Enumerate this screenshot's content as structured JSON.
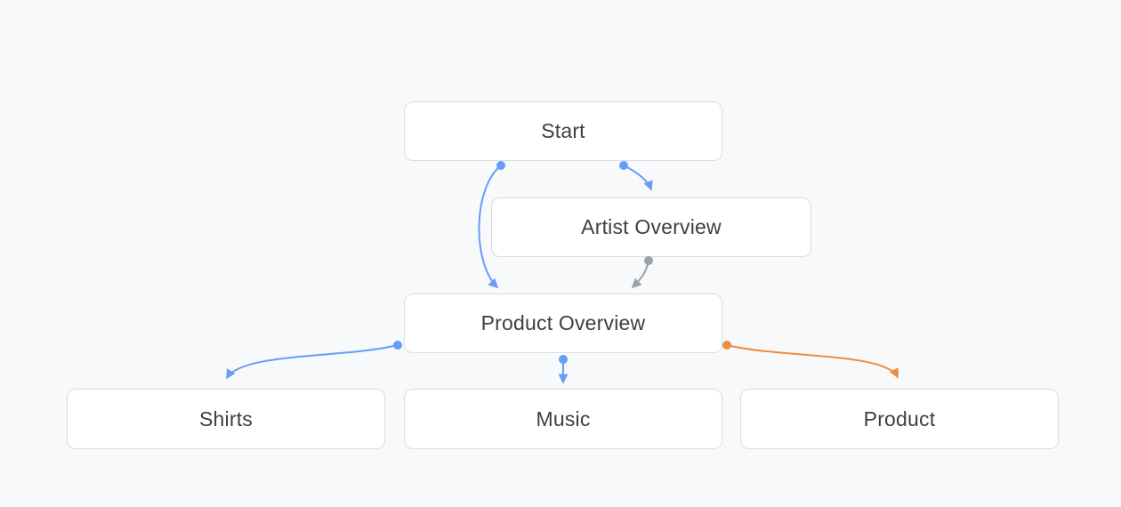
{
  "colors": {
    "background": "#f8f9fa",
    "node_fill": "#ffffff",
    "node_border": "#dadce0",
    "text": "#3c4043",
    "edge_blue": "#669df6",
    "edge_gray": "#9aa0a6",
    "edge_orange": "#ee8c3f"
  },
  "nodes": [
    {
      "id": "start",
      "label": "Start"
    },
    {
      "id": "artist-overview",
      "label": "Artist Overview"
    },
    {
      "id": "product-overview",
      "label": "Product Overview"
    },
    {
      "id": "shirts",
      "label": "Shirts"
    },
    {
      "id": "music",
      "label": "Music"
    },
    {
      "id": "product",
      "label": "Product"
    }
  ],
  "edges": [
    {
      "from": "start",
      "to": "product-overview",
      "color": "#669df6"
    },
    {
      "from": "start",
      "to": "artist-overview",
      "color": "#669df6"
    },
    {
      "from": "artist-overview",
      "to": "product-overview",
      "color": "#9aa0a6"
    },
    {
      "from": "product-overview",
      "to": "shirts",
      "color": "#669df6"
    },
    {
      "from": "product-overview",
      "to": "music",
      "color": "#669df6"
    },
    {
      "from": "product-overview",
      "to": "product",
      "color": "#ee8c3f"
    }
  ]
}
